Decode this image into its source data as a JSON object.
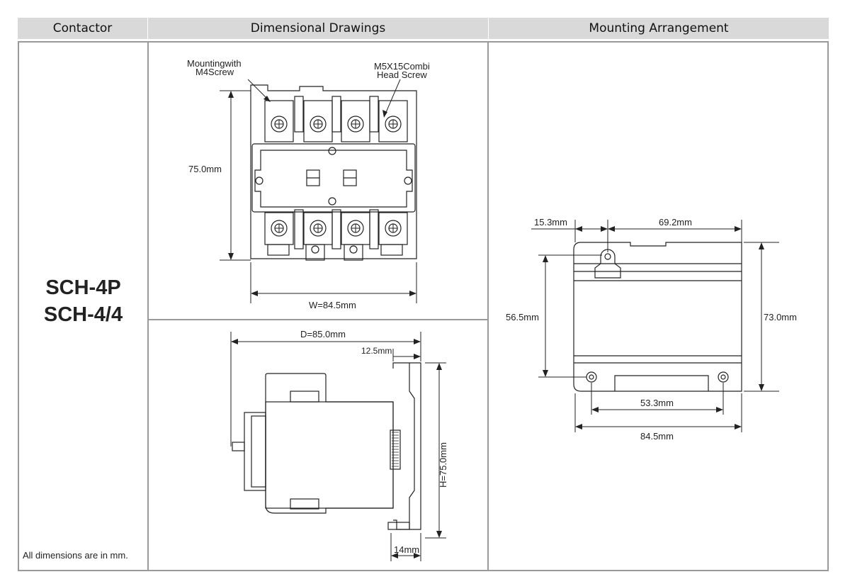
{
  "headers": {
    "contactor": "Contactor",
    "drawings": "Dimensional Drawings",
    "mounting": "Mounting Arrangement"
  },
  "contactor": {
    "models": [
      "SCH-4P",
      "SCH-4/4"
    ],
    "note": "All dimensions are in mm."
  },
  "front_view": {
    "label_mounting": [
      "Mountingwith",
      "M4Screw"
    ],
    "label_screw": [
      "M5X15Combi",
      "Head Screw"
    ],
    "height": "75.0mm",
    "width": "W=84.5mm"
  },
  "side_view": {
    "depth": "D=85.0mm",
    "offset": "12.5mm",
    "height": "H=75.0mm",
    "base": "14mm"
  },
  "mounting": {
    "left_offset": "15.3mm",
    "top_span": "69.2mm",
    "left_height": "56.5mm",
    "right_height": "73.0mm",
    "hole_span": "53.3mm",
    "overall_width": "84.5mm"
  },
  "colors": {
    "header_bg": "#d9d9d9",
    "border": "#9a9a9a",
    "line": "#222222"
  }
}
